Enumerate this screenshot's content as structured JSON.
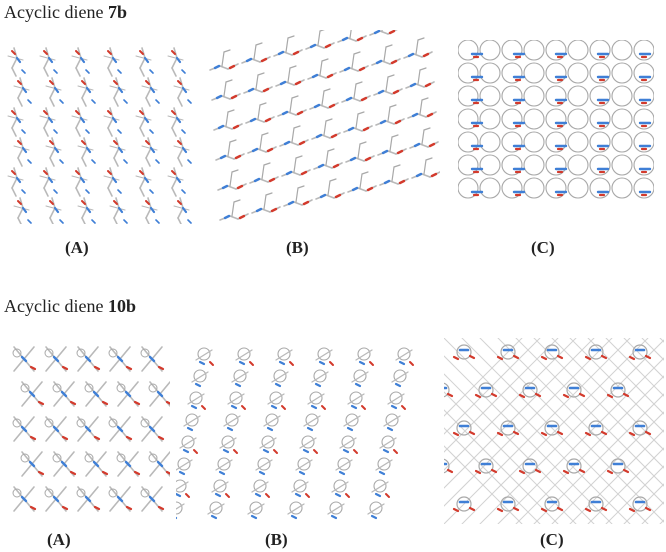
{
  "colors": {
    "bond": "#b9b9b9",
    "nitrogen": "#3f7fd6",
    "oxygen": "#d33a2c",
    "ring": "#a9a9a9",
    "text": "#222222"
  },
  "sections": [
    {
      "title_prefix": "Acyclic diene ",
      "title_compound": "7b",
      "panels": [
        {
          "label": "(A)",
          "pattern": "wiggle-grid"
        },
        {
          "label": "(B)",
          "pattern": "diagonal-chains"
        },
        {
          "label": "(C)",
          "pattern": "ring-lattice"
        }
      ]
    },
    {
      "title_prefix": "Acyclic diene ",
      "title_compound": "10b",
      "panels": [
        {
          "label": "(A)",
          "pattern": "butterfly-grid"
        },
        {
          "label": "(B)",
          "pattern": "slanted-columns"
        },
        {
          "label": "(C)",
          "pattern": "crosshatch-clusters"
        }
      ]
    }
  ]
}
